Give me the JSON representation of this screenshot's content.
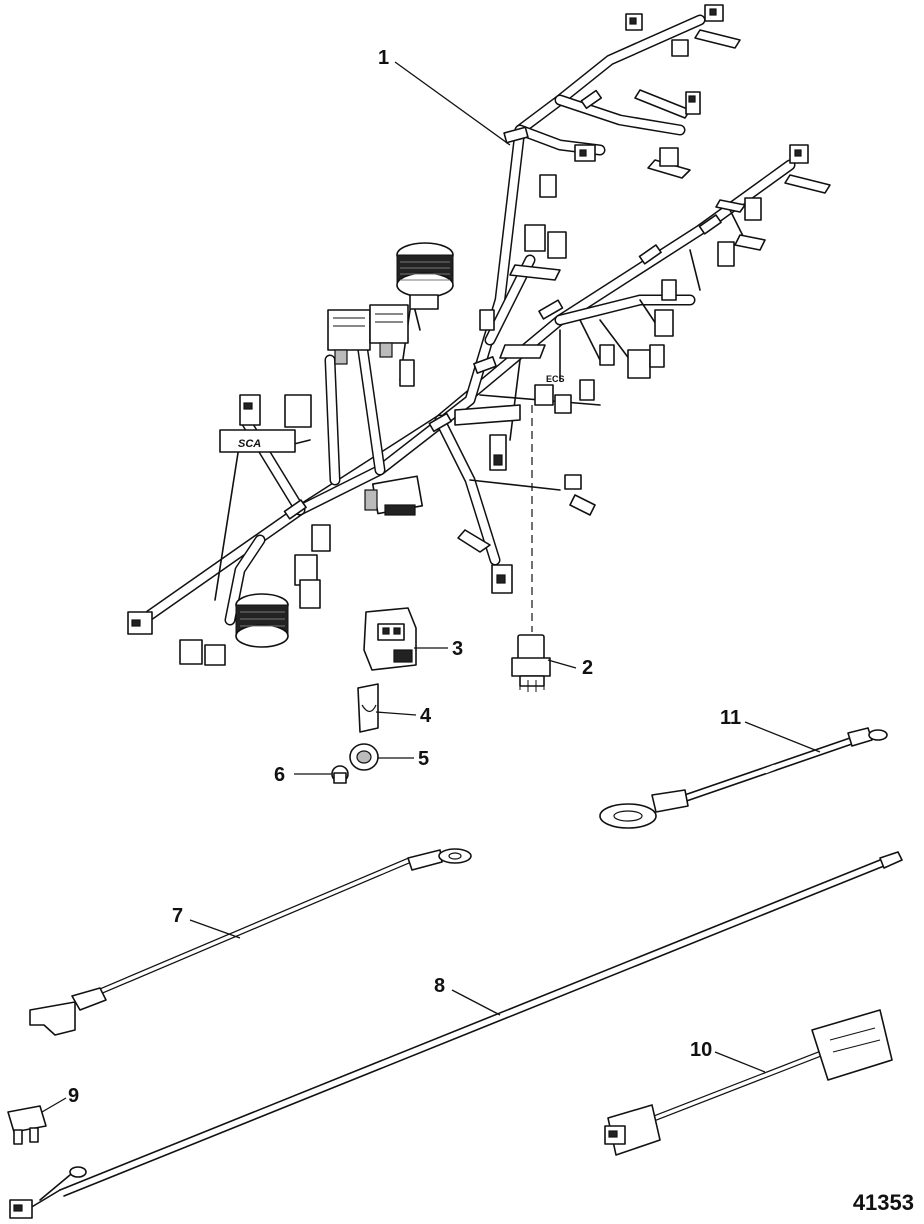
{
  "figure_number": "41353",
  "harness_tag_labels": [
    "SCA",
    "ECS"
  ],
  "callouts": [
    {
      "id": "1",
      "label": "1"
    },
    {
      "id": "2",
      "label": "2"
    },
    {
      "id": "3",
      "label": "3"
    },
    {
      "id": "4",
      "label": "4"
    },
    {
      "id": "5",
      "label": "5"
    },
    {
      "id": "6",
      "label": "6"
    },
    {
      "id": "7",
      "label": "7"
    },
    {
      "id": "8",
      "label": "8"
    },
    {
      "id": "9",
      "label": "9"
    },
    {
      "id": "10",
      "label": "10"
    },
    {
      "id": "11",
      "label": "11"
    }
  ]
}
